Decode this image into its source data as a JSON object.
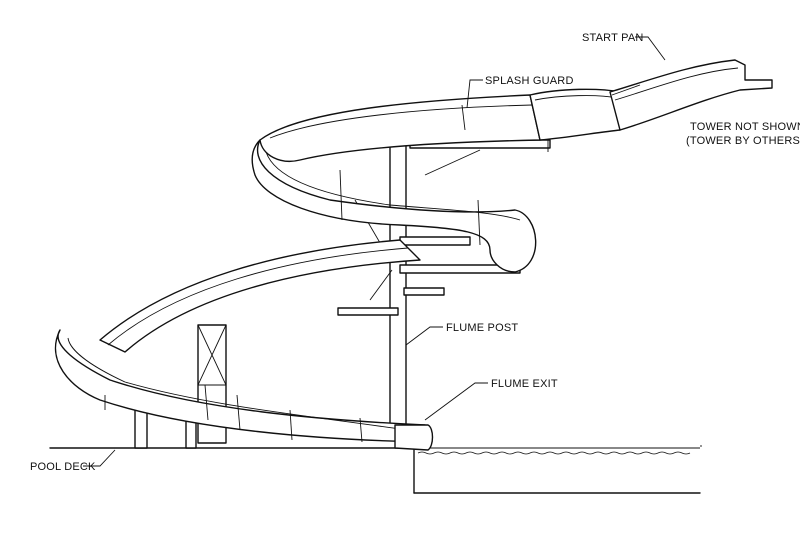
{
  "labels": {
    "start_pan": "START PAN",
    "splash_guard": "SPLASH GUARD",
    "tower_line1": "TOWER NOT SHOWN",
    "tower_line2": "(TOWER BY OTHERS)",
    "flume_post": "FLUME POST",
    "flume_exit": "FLUME EXIT",
    "pool_deck": "POOL DECK"
  }
}
